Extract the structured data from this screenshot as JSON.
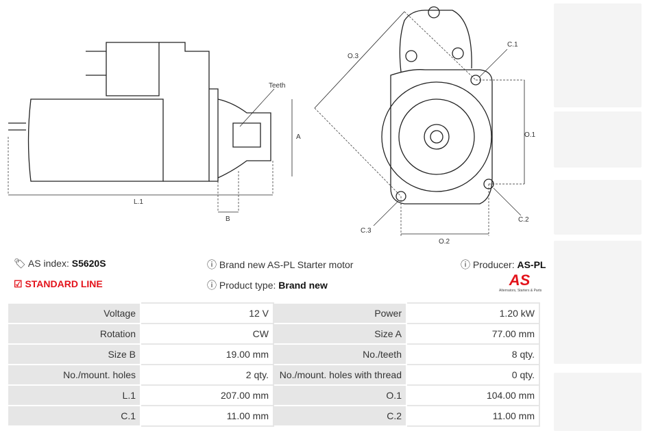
{
  "drawing": {
    "teeth": "Teeth",
    "a": "A",
    "b": "B",
    "l1": "L.1",
    "o1": "O.1",
    "o2": "O.2",
    "o3": "O.3",
    "c1": "C.1",
    "c2": "C.2",
    "c3": "C.3"
  },
  "info": {
    "as_index_label": "AS index:",
    "as_index_value": "S5620S",
    "standard_line": "STANDARD LINE",
    "description": "Brand new AS-PL Starter motor",
    "product_type_label": "Product type:",
    "product_type_value": "Brand new",
    "producer_label": "Producer:",
    "producer_value": "AS-PL",
    "logo_text": "AS",
    "logo_tagline": "Alternators, Starters & Parts"
  },
  "specs": [
    [
      "Voltage",
      "12 V",
      "Power",
      "1.20 kW"
    ],
    [
      "Rotation",
      "CW",
      "Size A",
      "77.00 mm"
    ],
    [
      "Size B",
      "19.00 mm",
      "No./teeth",
      "8 qty."
    ],
    [
      "No./mount. holes",
      "2 qty.",
      "No./mount. holes with thread",
      "0 qty."
    ],
    [
      "L.1",
      "207.00 mm",
      "O.1",
      "104.00 mm"
    ],
    [
      "C.1",
      "11.00 mm",
      "C.2",
      "11.00 mm"
    ]
  ],
  "colors": {
    "accent": "#e3131b",
    "cell_bg": "#e6e6e6"
  }
}
